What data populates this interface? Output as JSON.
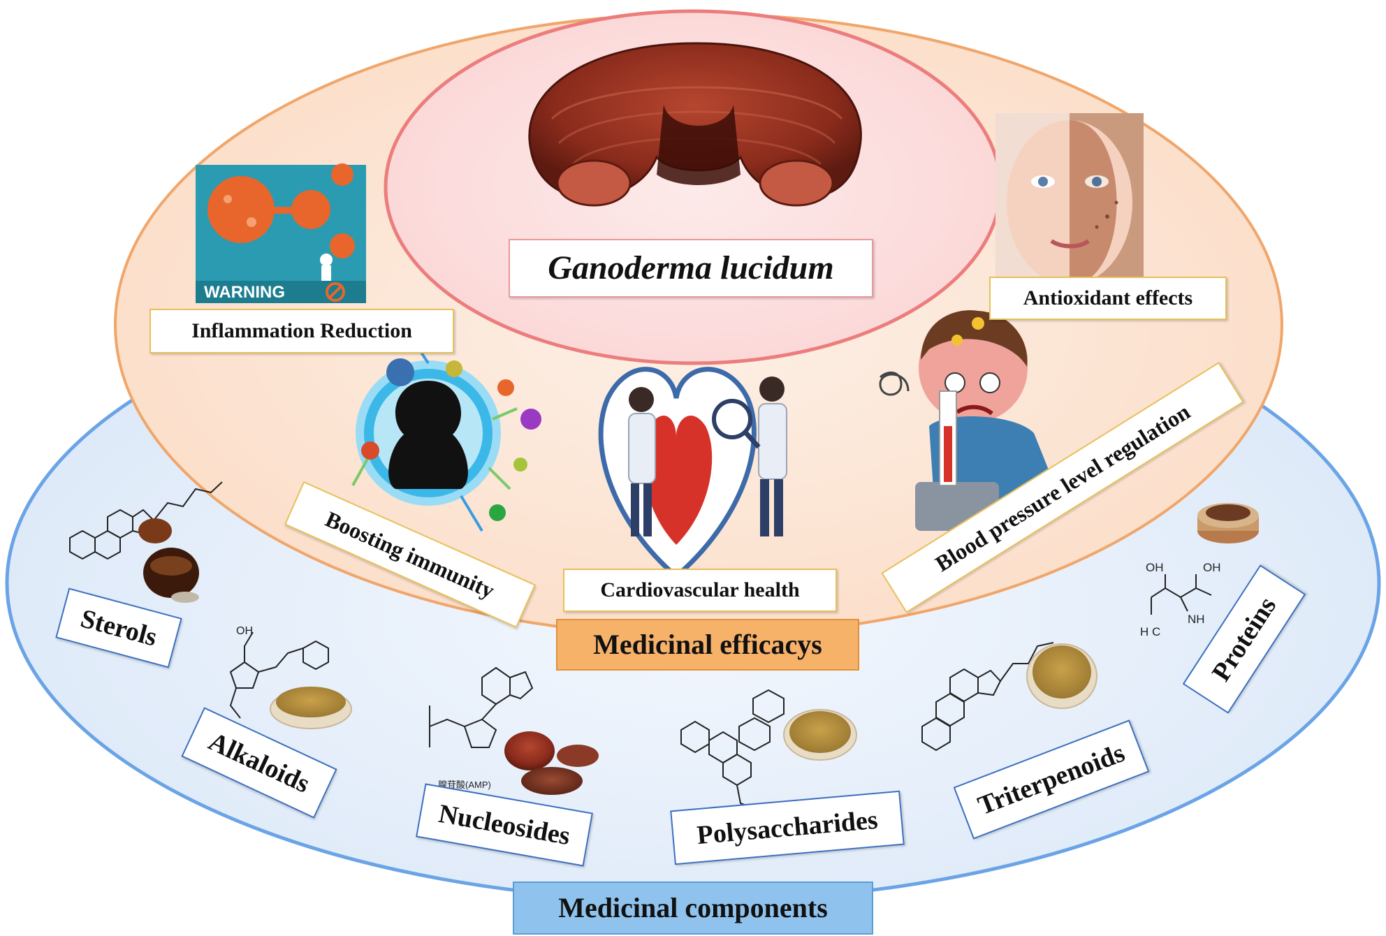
{
  "center": {
    "title": "Ganoderma lucidum"
  },
  "efficacies": {
    "section_label": "Medicinal efficacys",
    "items": [
      "Inflammation Reduction",
      "Antioxidant effects",
      "Boosting immunity",
      "Cardiovascular health",
      "Blood pressure level regulation"
    ],
    "warning_text": "WARNING"
  },
  "components": {
    "section_label": "Medicinal components",
    "items": [
      "Sterols",
      "Alkaloids",
      "Nucleosides",
      "Polysaccharides",
      "Triterpenoids",
      "Proteins"
    ],
    "chem_labels": {
      "oh": "OH",
      "nh2": "NH",
      "h3c": "H C",
      "amp": "腺苷酸(AMP)"
    }
  },
  "colors": {
    "outer_ellipse_fill": "#e3eefb",
    "outer_ellipse_stroke": "#6aa4e6",
    "middle_ellipse_fill": "#fbe4d6",
    "middle_ellipse_stroke": "#f0a66a",
    "inner_ellipse_fill": "#fcdede",
    "inner_ellipse_stroke": "#ec7d7d",
    "efficacy_border": "#e7c05a",
    "component_border": "#3a6fc0"
  }
}
